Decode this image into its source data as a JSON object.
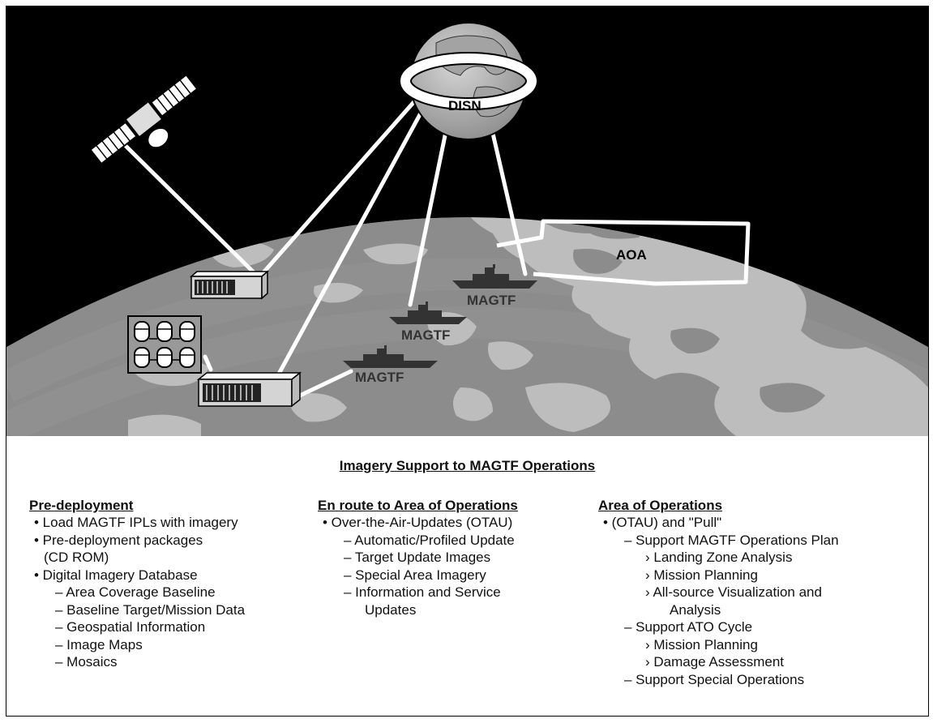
{
  "labels": {
    "network": "DISN",
    "ship1": "MAGTF",
    "ship2": "MAGTF",
    "ship3": "MAGTF",
    "area": "AOA"
  },
  "caption": "Imagery Support to MAGTF Operations",
  "columns": [
    {
      "heading": "Pre-deployment",
      "items": [
        "• Load MAGTF IPLs with imagery",
        "• Pre-deployment packages",
        "(CD ROM)",
        "• Digital Imagery Database",
        "– Area Coverage Baseline",
        "– Baseline Target/Mission Data",
        "– Geospatial Information",
        "– Image Maps",
        "– Mosaics"
      ]
    },
    {
      "heading": "En route to Area of Operations",
      "items": [
        "• Over-the-Air-Updates (OTAU)",
        "– Automatic/Profiled Update",
        "– Target Update Images",
        "– Special Area Imagery",
        "– Information and Service",
        "Updates"
      ]
    },
    {
      "heading": "Area of Operations",
      "items": [
        "• (OTAU) and \"Pull\"",
        "– Support MAGTF Operations Plan",
        "› Landing Zone Analysis",
        "› Mission Planning",
        "› All-source Visualization and",
        "Analysis",
        "– Support ATO Cycle",
        "› Mission Planning",
        "› Damage Assessment",
        "– Support Special Operations"
      ]
    }
  ],
  "colors": {
    "sky": "#000000",
    "ocean": "#8c8c8c",
    "land": "#bdbdbd",
    "links": "#ffffff"
  }
}
